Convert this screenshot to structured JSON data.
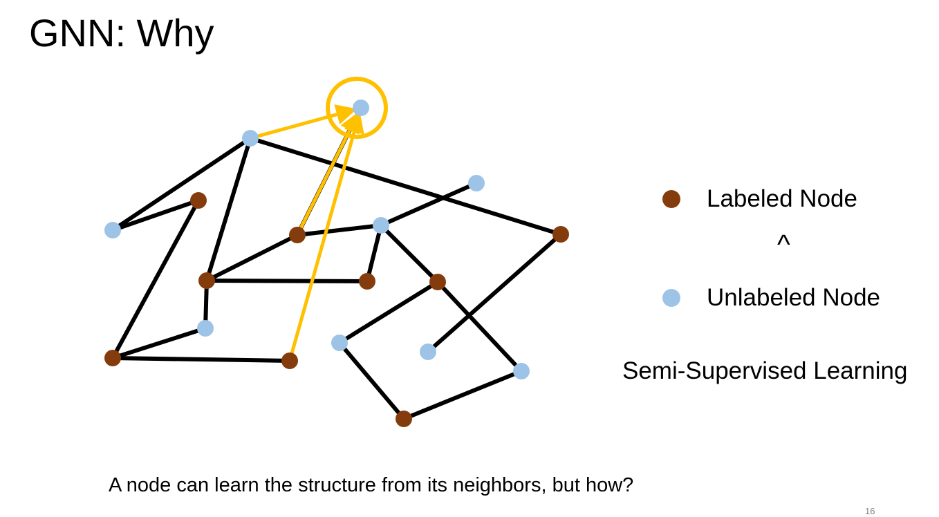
{
  "title": "GNN: Why",
  "colors": {
    "labeled": "#843c0c",
    "unlabeled": "#9dc3e6",
    "edge": "#000000",
    "highlight": "#ffc000"
  },
  "legend": {
    "labeled": "Labeled Node",
    "relation": "^",
    "unlabeled": "Unlabeled Node"
  },
  "subtitle": "Semi-Supervised Learning",
  "caption": "A node can learn the structure from its neighbors, but how?",
  "page_number": "16",
  "graph": {
    "nodes": [
      {
        "id": "target",
        "type": "unlabeled",
        "highlighted": true
      },
      {
        "id": "u1",
        "type": "unlabeled"
      },
      {
        "id": "u2",
        "type": "unlabeled"
      },
      {
        "id": "u3",
        "type": "unlabeled"
      },
      {
        "id": "u4",
        "type": "unlabeled"
      },
      {
        "id": "u5",
        "type": "unlabeled"
      },
      {
        "id": "u6",
        "type": "unlabeled"
      },
      {
        "id": "u7",
        "type": "unlabeled"
      },
      {
        "id": "u8",
        "type": "unlabeled"
      },
      {
        "id": "l1",
        "type": "labeled"
      },
      {
        "id": "l2",
        "type": "labeled"
      },
      {
        "id": "l3",
        "type": "labeled"
      },
      {
        "id": "l4",
        "type": "labeled"
      },
      {
        "id": "l5",
        "type": "labeled"
      },
      {
        "id": "l6",
        "type": "labeled"
      },
      {
        "id": "l7",
        "type": "labeled"
      },
      {
        "id": "l8",
        "type": "labeled"
      },
      {
        "id": "l9",
        "type": "labeled"
      }
    ],
    "edges": [
      [
        "u1",
        "u3"
      ],
      [
        "u1",
        "l2"
      ],
      [
        "u1",
        "l9"
      ],
      [
        "u3",
        "l1"
      ],
      [
        "l1",
        "l3"
      ],
      [
        "l2",
        "l4"
      ],
      [
        "l2",
        "l5"
      ],
      [
        "l2",
        "u5"
      ],
      [
        "u5",
        "l3"
      ],
      [
        "l3",
        "l6"
      ],
      [
        "l4",
        "u4"
      ],
      [
        "l4",
        "target"
      ],
      [
        "u4",
        "u2"
      ],
      [
        "u4",
        "l5"
      ],
      [
        "u4",
        "l7"
      ],
      [
        "l7",
        "u6"
      ],
      [
        "l7",
        "u8"
      ],
      [
        "u6",
        "l8"
      ],
      [
        "l8",
        "u8"
      ],
      [
        "l9",
        "u7"
      ]
    ],
    "messages": [
      {
        "from": "u1",
        "to": "target"
      },
      {
        "from": "l4",
        "to": "target"
      },
      {
        "from": "l6",
        "to": "target"
      }
    ]
  }
}
